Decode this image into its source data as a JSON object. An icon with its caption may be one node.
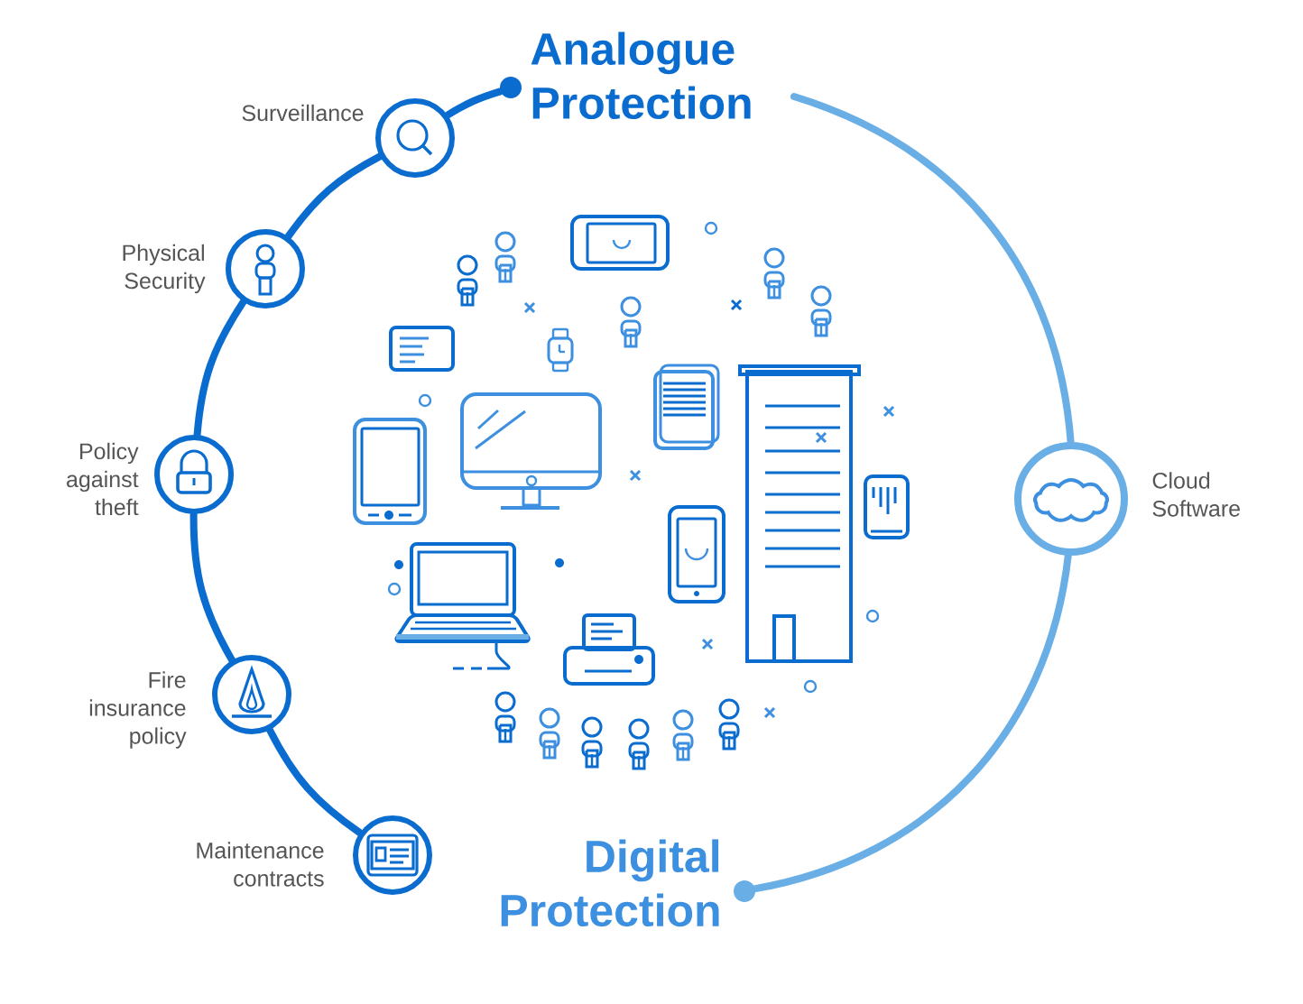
{
  "diagram": {
    "nodes": [
      {
        "text": [],
        "shape": "circle"
      },
      {
        "text": [],
        "shape": "circle",
        "beside": [
          "Surveillance"
        ]
      },
      {
        "text": [],
        "shape": "circle",
        "beside": [
          "Physical Security"
        ]
      },
      {
        "text": [],
        "shape": "circle",
        "beside": [
          "Policy against theft"
        ]
      },
      {
        "text": [],
        "shape": "circle",
        "beside": [
          "Fire insurance policy"
        ]
      },
      {
        "text": [],
        "shape": "circle",
        "beside": [
          "Maintenance contracts"
        ]
      },
      {
        "text": [],
        "shape": "circle",
        "beside": [
          "Cloud Software"
        ]
      },
      {
        "text": [],
        "shape": "circle"
      }
    ],
    "edges": [
      {
        "from": 0,
        "to": 1,
        "arrow": "none"
      },
      {
        "from": 1,
        "to": 2,
        "arrow": "none"
      },
      {
        "from": 2,
        "to": 3,
        "arrow": "none"
      },
      {
        "from": 3,
        "to": 4,
        "arrow": "none"
      },
      {
        "from": 4,
        "to": 5,
        "arrow": "none"
      },
      {
        "from": null,
        "to": 6,
        "arrow": "none",
        "color": "#6aaee6"
      },
      {
        "from": 6,
        "to": 7,
        "arrow": "none",
        "color": "#6aaee6"
      }
    ],
    "labels": [
      "Analogue Protection",
      "Digital Protection"
    ]
  }
}
